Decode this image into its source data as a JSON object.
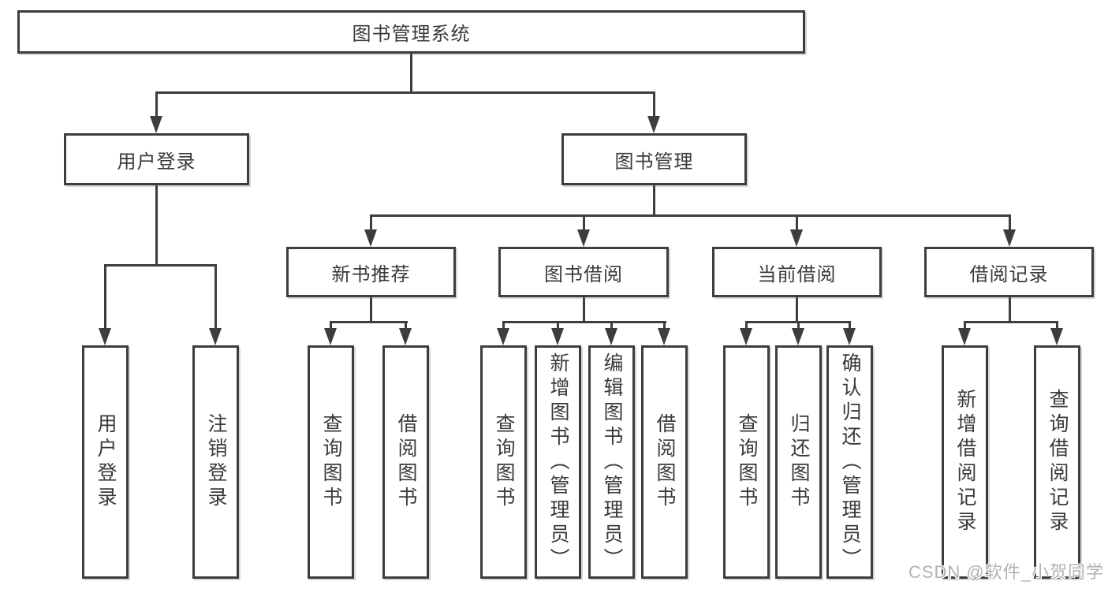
{
  "diagram": {
    "root": "图书管理系统",
    "level1": [
      "用户登录",
      "图书管理"
    ],
    "level2": [
      "新书推荐",
      "图书借阅",
      "当前借阅",
      "借阅记录"
    ],
    "leaves": {
      "user_login": [
        "用户登录",
        "注销登录"
      ],
      "new_book_rec": [
        "查询图书",
        "借阅图书"
      ],
      "book_borrow": [
        "查询图书",
        "新增图书（管理员）",
        "编辑图书（管理员）",
        "借阅图书"
      ],
      "current_borrow": [
        "查询图书",
        "归还图书",
        "确认归还（管理员）"
      ],
      "borrow_record": [
        "新增借阅记录",
        "查询借阅记录"
      ]
    }
  },
  "watermark": "CSDN @软件_小贺同学",
  "colors": {
    "line": "#3d3d3d",
    "text": "#3a3a3a",
    "watermark_text": "#b2b2b2",
    "background": "#ffffff"
  }
}
